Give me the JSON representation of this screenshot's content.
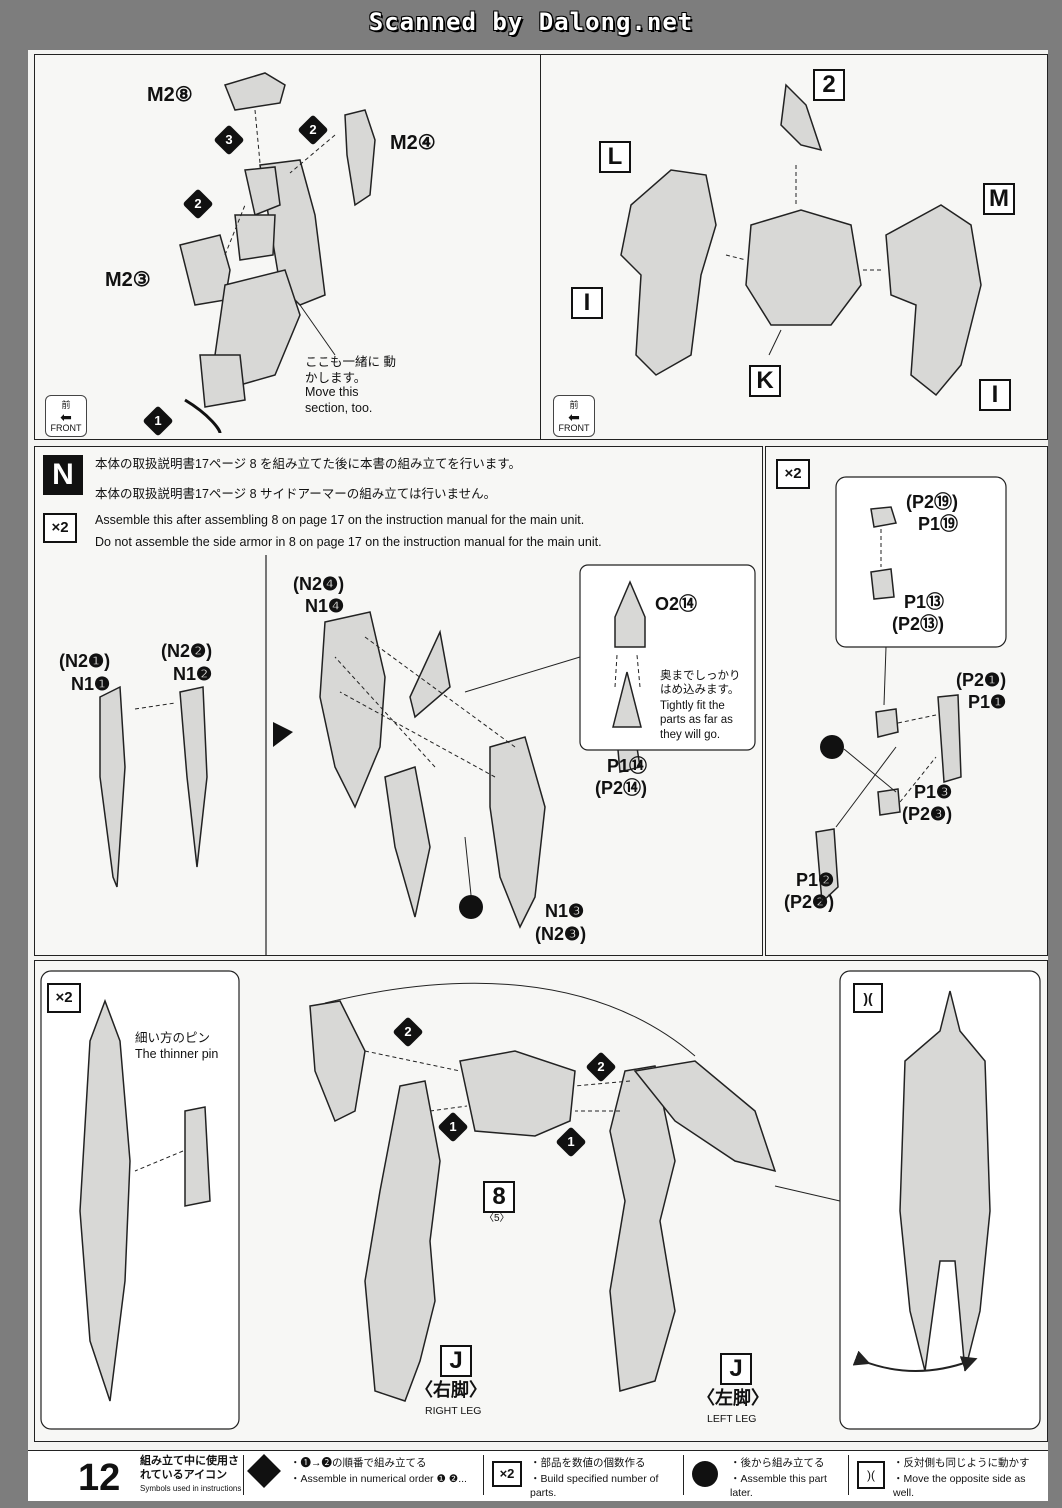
{
  "scanner": "Scanned by Dalong.net",
  "page_number": "12",
  "panel_top_left": {
    "part_m2_8": "M2⑧",
    "part_m2_4": "M2④",
    "part_m2_3": "M2③",
    "note_jp": "ここも一緒に 動かします。",
    "note_en": "Move this section, too.",
    "front_jp": "前",
    "front_en": "FRONT",
    "step1": "1",
    "step2a": "2",
    "step2b": "2",
    "step3": "3"
  },
  "panel_top_right": {
    "label_2": "2",
    "label_L": "L",
    "label_M": "M",
    "label_I_left": "I",
    "label_I_right": "I",
    "label_K": "K",
    "front_jp": "前",
    "front_en": "FRONT"
  },
  "panel_N": {
    "letter": "N",
    "multiplier": "×2",
    "line1_jp": "本体の取扱説明書17ページ 8 を組み立てた後に本書の組み立てを行います。",
    "line2_jp": "本体の取扱説明書17ページ 8 サイドアーマーの組み立ては行いません。",
    "line1_en": "Assemble this after assembling 8 on page 17 on the instruction manual for the main unit.",
    "line2_en": "Do not assemble the side armor in 8 on page 17 on the instruction manual for the main unit.",
    "p_n2_1": "(N2❶)",
    "p_n1_1": "N1❶",
    "p_n2_2": "(N2❷)",
    "p_n1_2": "N1❷",
    "p_n2_4": "(N2❹)",
    "p_n1_4": "N1❹",
    "p_o2_14": "O2⑭",
    "p_p1_14": "P1⑭",
    "p_p2_14": "(P2⑭)",
    "p_n1_3": "N1❸",
    "p_n2_3": "(N2❸)",
    "callout_jp": "奥までしっかり はめ込みます。",
    "callout_en": "Tightly fit the parts as far as they will go."
  },
  "panel_x2_right": {
    "multiplier": "×2",
    "p_p2_19": "(P2⑲)",
    "p_p1_19": "P1⑲",
    "p_p1_13": "P1⑬",
    "p_p2_13": "(P2⑬)",
    "p_p2_1": "(P2❶)",
    "p_p1_1": "P1❶",
    "p_p1_3": "P1❸",
    "p_p2_3": "(P2❸)",
    "p_p1_2": "P1❷",
    "p_p2_2": "(P2❷)"
  },
  "panel_bottom": {
    "multiplier": "×2",
    "pin_jp": "細い方のピン",
    "pin_en": "The thinner pin",
    "step2a": "2",
    "step2b": "2",
    "step1a": "1",
    "step1b": "1",
    "label_8": "8",
    "label_8_sub": "〈5〉",
    "label_J_left": "J",
    "label_J_right": "J",
    "right_leg_jp": "〈右脚〉",
    "right_leg_en": "RIGHT LEG",
    "left_leg_jp": "〈左脚〉",
    "left_leg_en": "LEFT LEG"
  },
  "footer": {
    "icons_title_jp": "組み立て中に使用されているアイコン",
    "icons_title_en": "Symbols used in instructions",
    "legend1_jp": "・❶→❷の順番で組み立てる",
    "legend1_en": "・Assemble in numerical order ❶ ❷...",
    "legend2_jp": "・部品を数値の個数作る",
    "legend2_en": "・Build specified number of parts.",
    "legend3_jp": "・後から組み立てる",
    "legend3_en": "・Assemble this part later.",
    "legend4_jp": "・反対側も同じように動かす",
    "legend4_en": "・Move the opposite side as well."
  }
}
